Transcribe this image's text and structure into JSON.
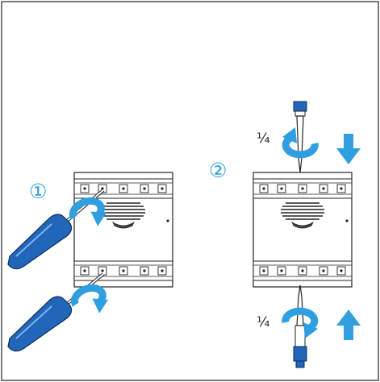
{
  "steps": [
    {
      "number": "①"
    },
    {
      "number": "②",
      "quarter_top": "¼",
      "quarter_bottom": "¼"
    }
  ],
  "icons": {
    "rotate": "rotate-arrow-icon",
    "down": "arrow-down-icon",
    "up": "arrow-up-icon",
    "screwdriver": "screwdriver-icon"
  },
  "colors": {
    "accent": "#2f9fe0",
    "handle": "#2166b8",
    "outline": "#222222"
  }
}
